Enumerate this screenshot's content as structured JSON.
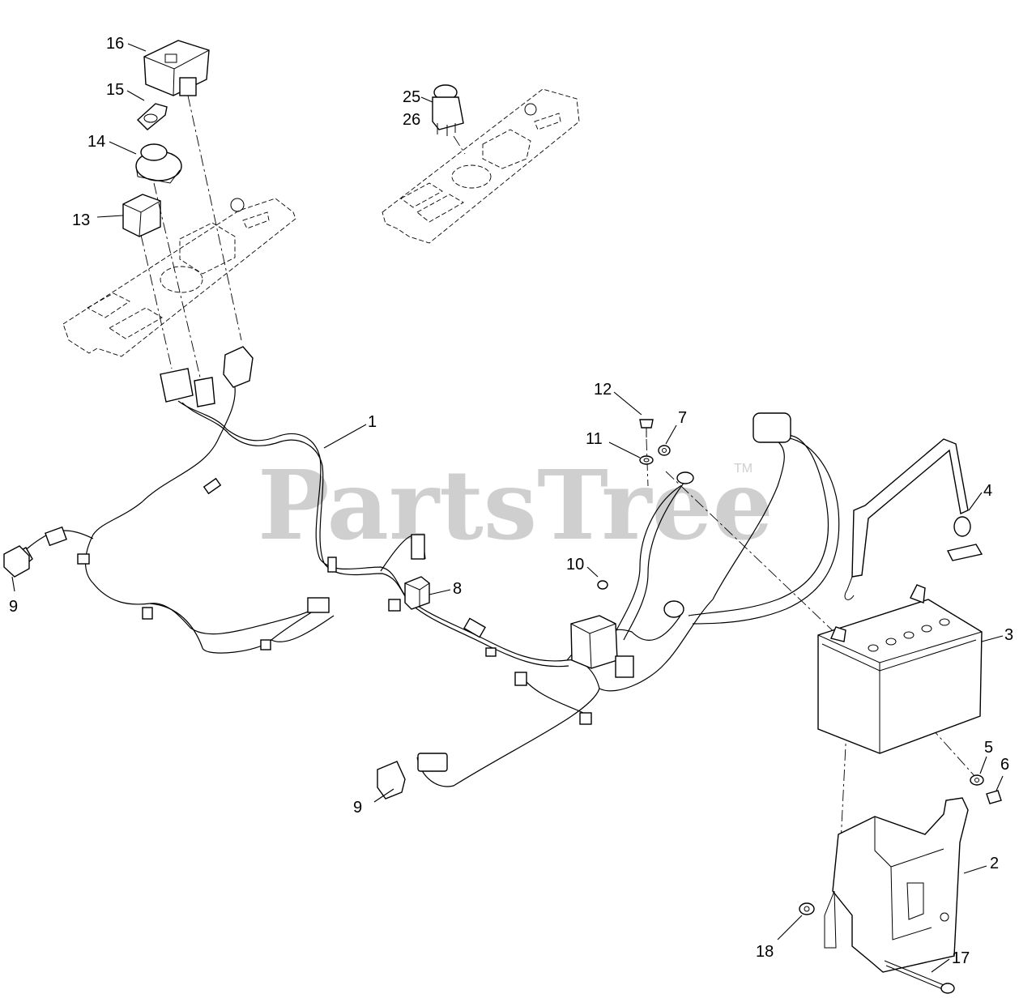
{
  "watermark": {
    "text": "PartsTree",
    "tm": "TM"
  },
  "callouts": [
    {
      "id": "c16",
      "label": "16"
    },
    {
      "id": "c15",
      "label": "15"
    },
    {
      "id": "c14",
      "label": "14"
    },
    {
      "id": "c13",
      "label": "13"
    },
    {
      "id": "c25",
      "label": "25"
    },
    {
      "id": "c26",
      "label": "26"
    },
    {
      "id": "c1",
      "label": "1"
    },
    {
      "id": "c12",
      "label": "12"
    },
    {
      "id": "c11",
      "label": "11"
    },
    {
      "id": "c7",
      "label": "7"
    },
    {
      "id": "c4",
      "label": "4"
    },
    {
      "id": "c10",
      "label": "10"
    },
    {
      "id": "c8",
      "label": "8"
    },
    {
      "id": "c9a",
      "label": "9"
    },
    {
      "id": "c9b",
      "label": "9"
    },
    {
      "id": "c3",
      "label": "3"
    },
    {
      "id": "c5",
      "label": "5"
    },
    {
      "id": "c6",
      "label": "6"
    },
    {
      "id": "c2",
      "label": "2"
    },
    {
      "id": "c18",
      "label": "18"
    },
    {
      "id": "c17",
      "label": "17"
    }
  ]
}
